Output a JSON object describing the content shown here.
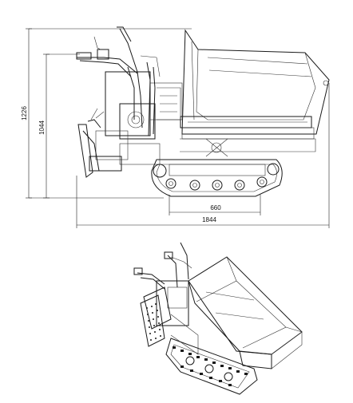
{
  "dimensions": {
    "overall_height": "1226",
    "handle_height": "1044",
    "track_length": "660",
    "overall_length": "1844"
  }
}
